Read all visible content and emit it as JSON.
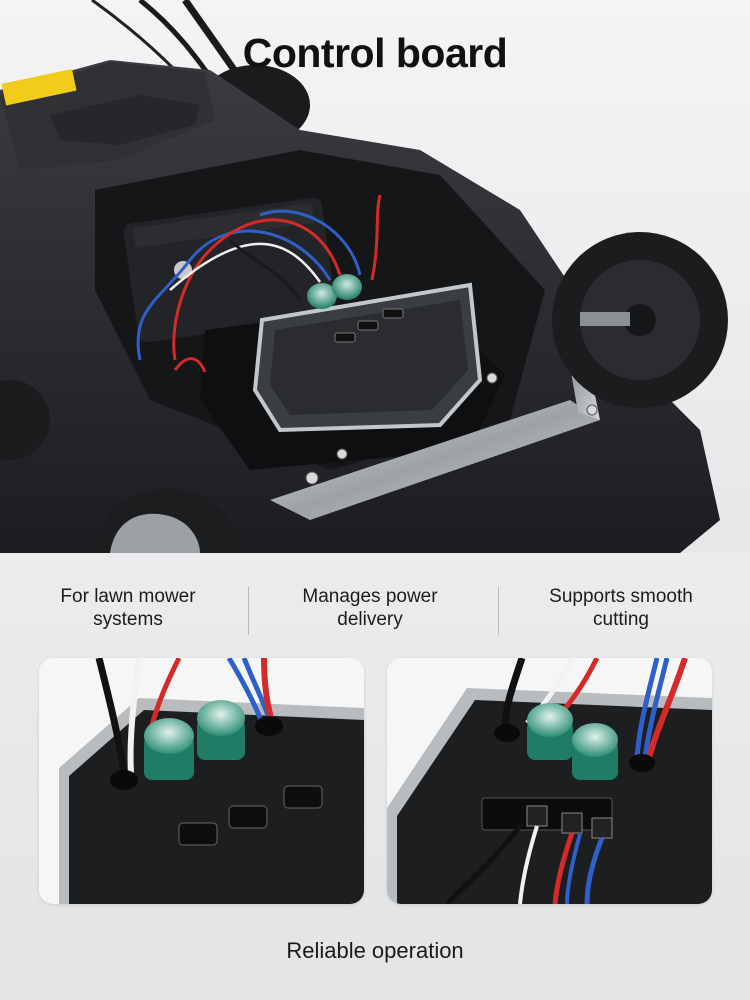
{
  "title": "Control board",
  "features": [
    {
      "line1": "For lawn mower",
      "line2": "systems"
    },
    {
      "line1": "Manages power",
      "line2": "delivery"
    },
    {
      "line1": "Supports smooth",
      "line2": "cutting"
    }
  ],
  "bottom_label": "Reliable operation",
  "colors": {
    "background": "#e9eaeb",
    "mower_body": "#2a2c2f",
    "board_frame": "#b9bcbf",
    "capacitor": "#1f7d66",
    "wire_red": "#d42a2a",
    "wire_blue": "#2f5fc9"
  }
}
